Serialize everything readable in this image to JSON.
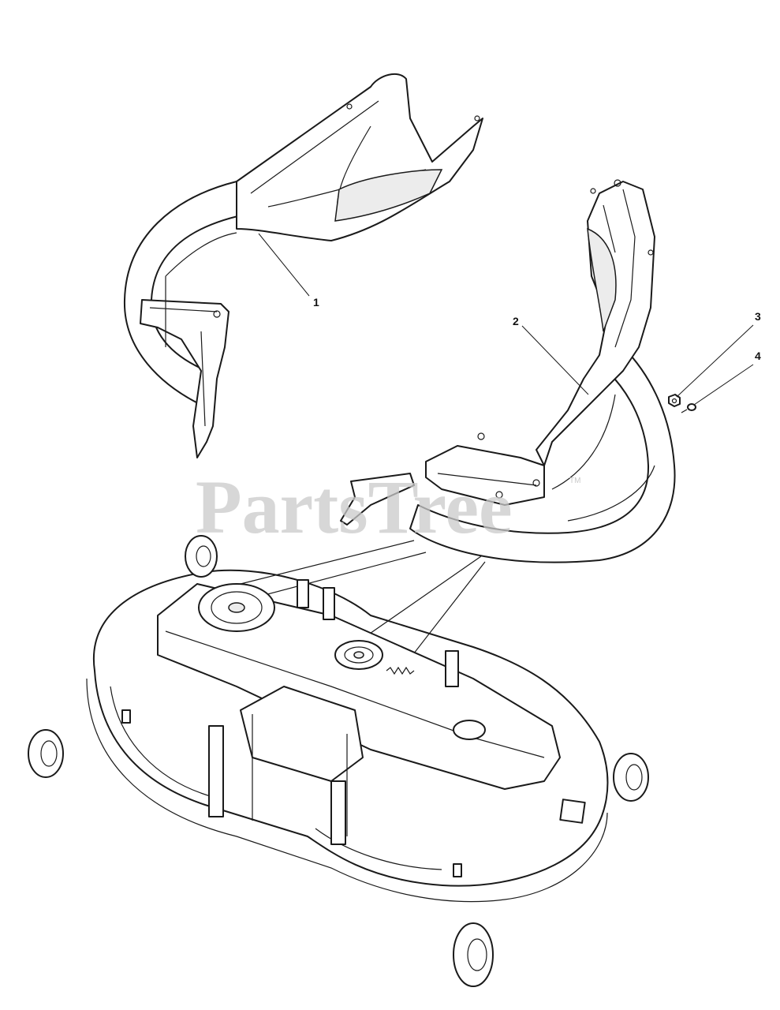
{
  "watermark": {
    "text": "PartsTree",
    "tm": "TM"
  },
  "callouts": [
    {
      "id": "1",
      "label": "1"
    },
    {
      "id": "2",
      "label": "2"
    },
    {
      "id": "3",
      "label": "3"
    },
    {
      "id": "4",
      "label": "4"
    }
  ],
  "colors": {
    "line": "#1a1a1a",
    "background": "#ffffff",
    "watermark": "#c9c9c9"
  }
}
